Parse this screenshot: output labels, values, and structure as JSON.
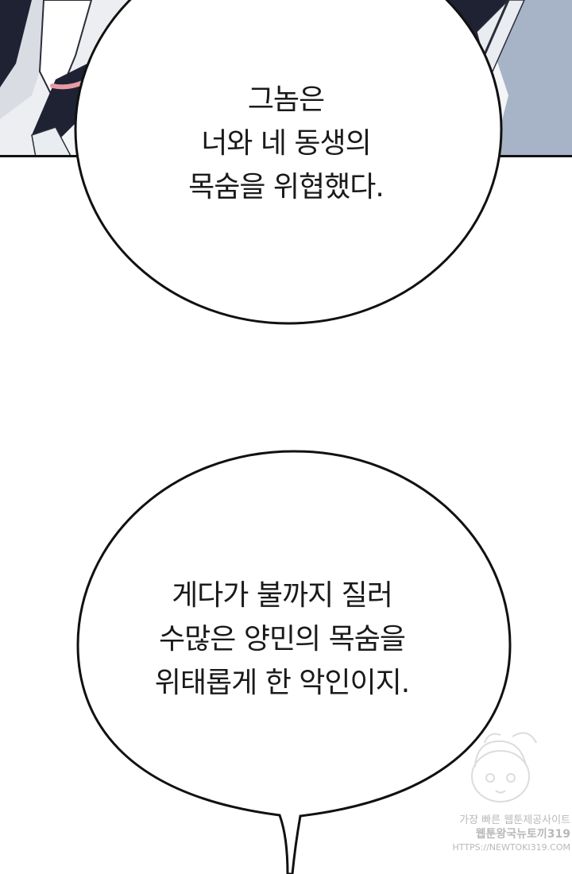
{
  "panel": {
    "scene_colors": {
      "sky": "#a7b4c8",
      "cloth_dark": "#1e2232",
      "cloth_light": "#e9ecf0",
      "ribbon": "#e79aa6",
      "border": "#111111"
    }
  },
  "bubble_top": {
    "lines": [
      "그놈은",
      "너와 네 동생의",
      "목숨을 위협했다."
    ]
  },
  "bubble_bottom": {
    "lines": [
      "게다가 불까지 질러",
      "수많은 양민의  목숨을",
      "위태롭게 한 악인이지."
    ]
  },
  "watermark": {
    "line1": "가장 빠른 웹툰제공사이트",
    "line2": "웹툰왕국뉴토끼319",
    "line3": "HTTPS://NEWTOKI319.COM",
    "color": "#b9b9b9"
  }
}
